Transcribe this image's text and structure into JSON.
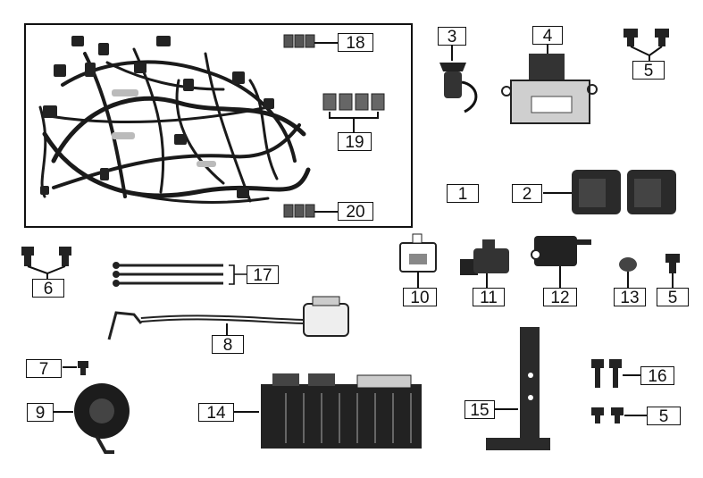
{
  "parts": [
    {
      "id": "part-1",
      "number": "1"
    },
    {
      "id": "part-2",
      "number": "2"
    },
    {
      "id": "part-3",
      "number": "3"
    },
    {
      "id": "part-4",
      "number": "4"
    },
    {
      "id": "part-5a",
      "number": "5"
    },
    {
      "id": "part-5b",
      "number": "5"
    },
    {
      "id": "part-5c",
      "number": "5"
    },
    {
      "id": "part-6",
      "number": "6"
    },
    {
      "id": "part-7",
      "number": "7"
    },
    {
      "id": "part-8",
      "number": "8"
    },
    {
      "id": "part-9",
      "number": "9"
    },
    {
      "id": "part-10",
      "number": "10"
    },
    {
      "id": "part-11",
      "number": "11"
    },
    {
      "id": "part-12",
      "number": "12"
    },
    {
      "id": "part-13",
      "number": "13"
    },
    {
      "id": "part-14",
      "number": "14"
    },
    {
      "id": "part-15",
      "number": "15"
    },
    {
      "id": "part-16",
      "number": "16"
    },
    {
      "id": "part-17",
      "number": "17"
    },
    {
      "id": "part-18",
      "number": "18"
    },
    {
      "id": "part-19",
      "number": "19"
    },
    {
      "id": "part-20",
      "number": "20"
    }
  ]
}
